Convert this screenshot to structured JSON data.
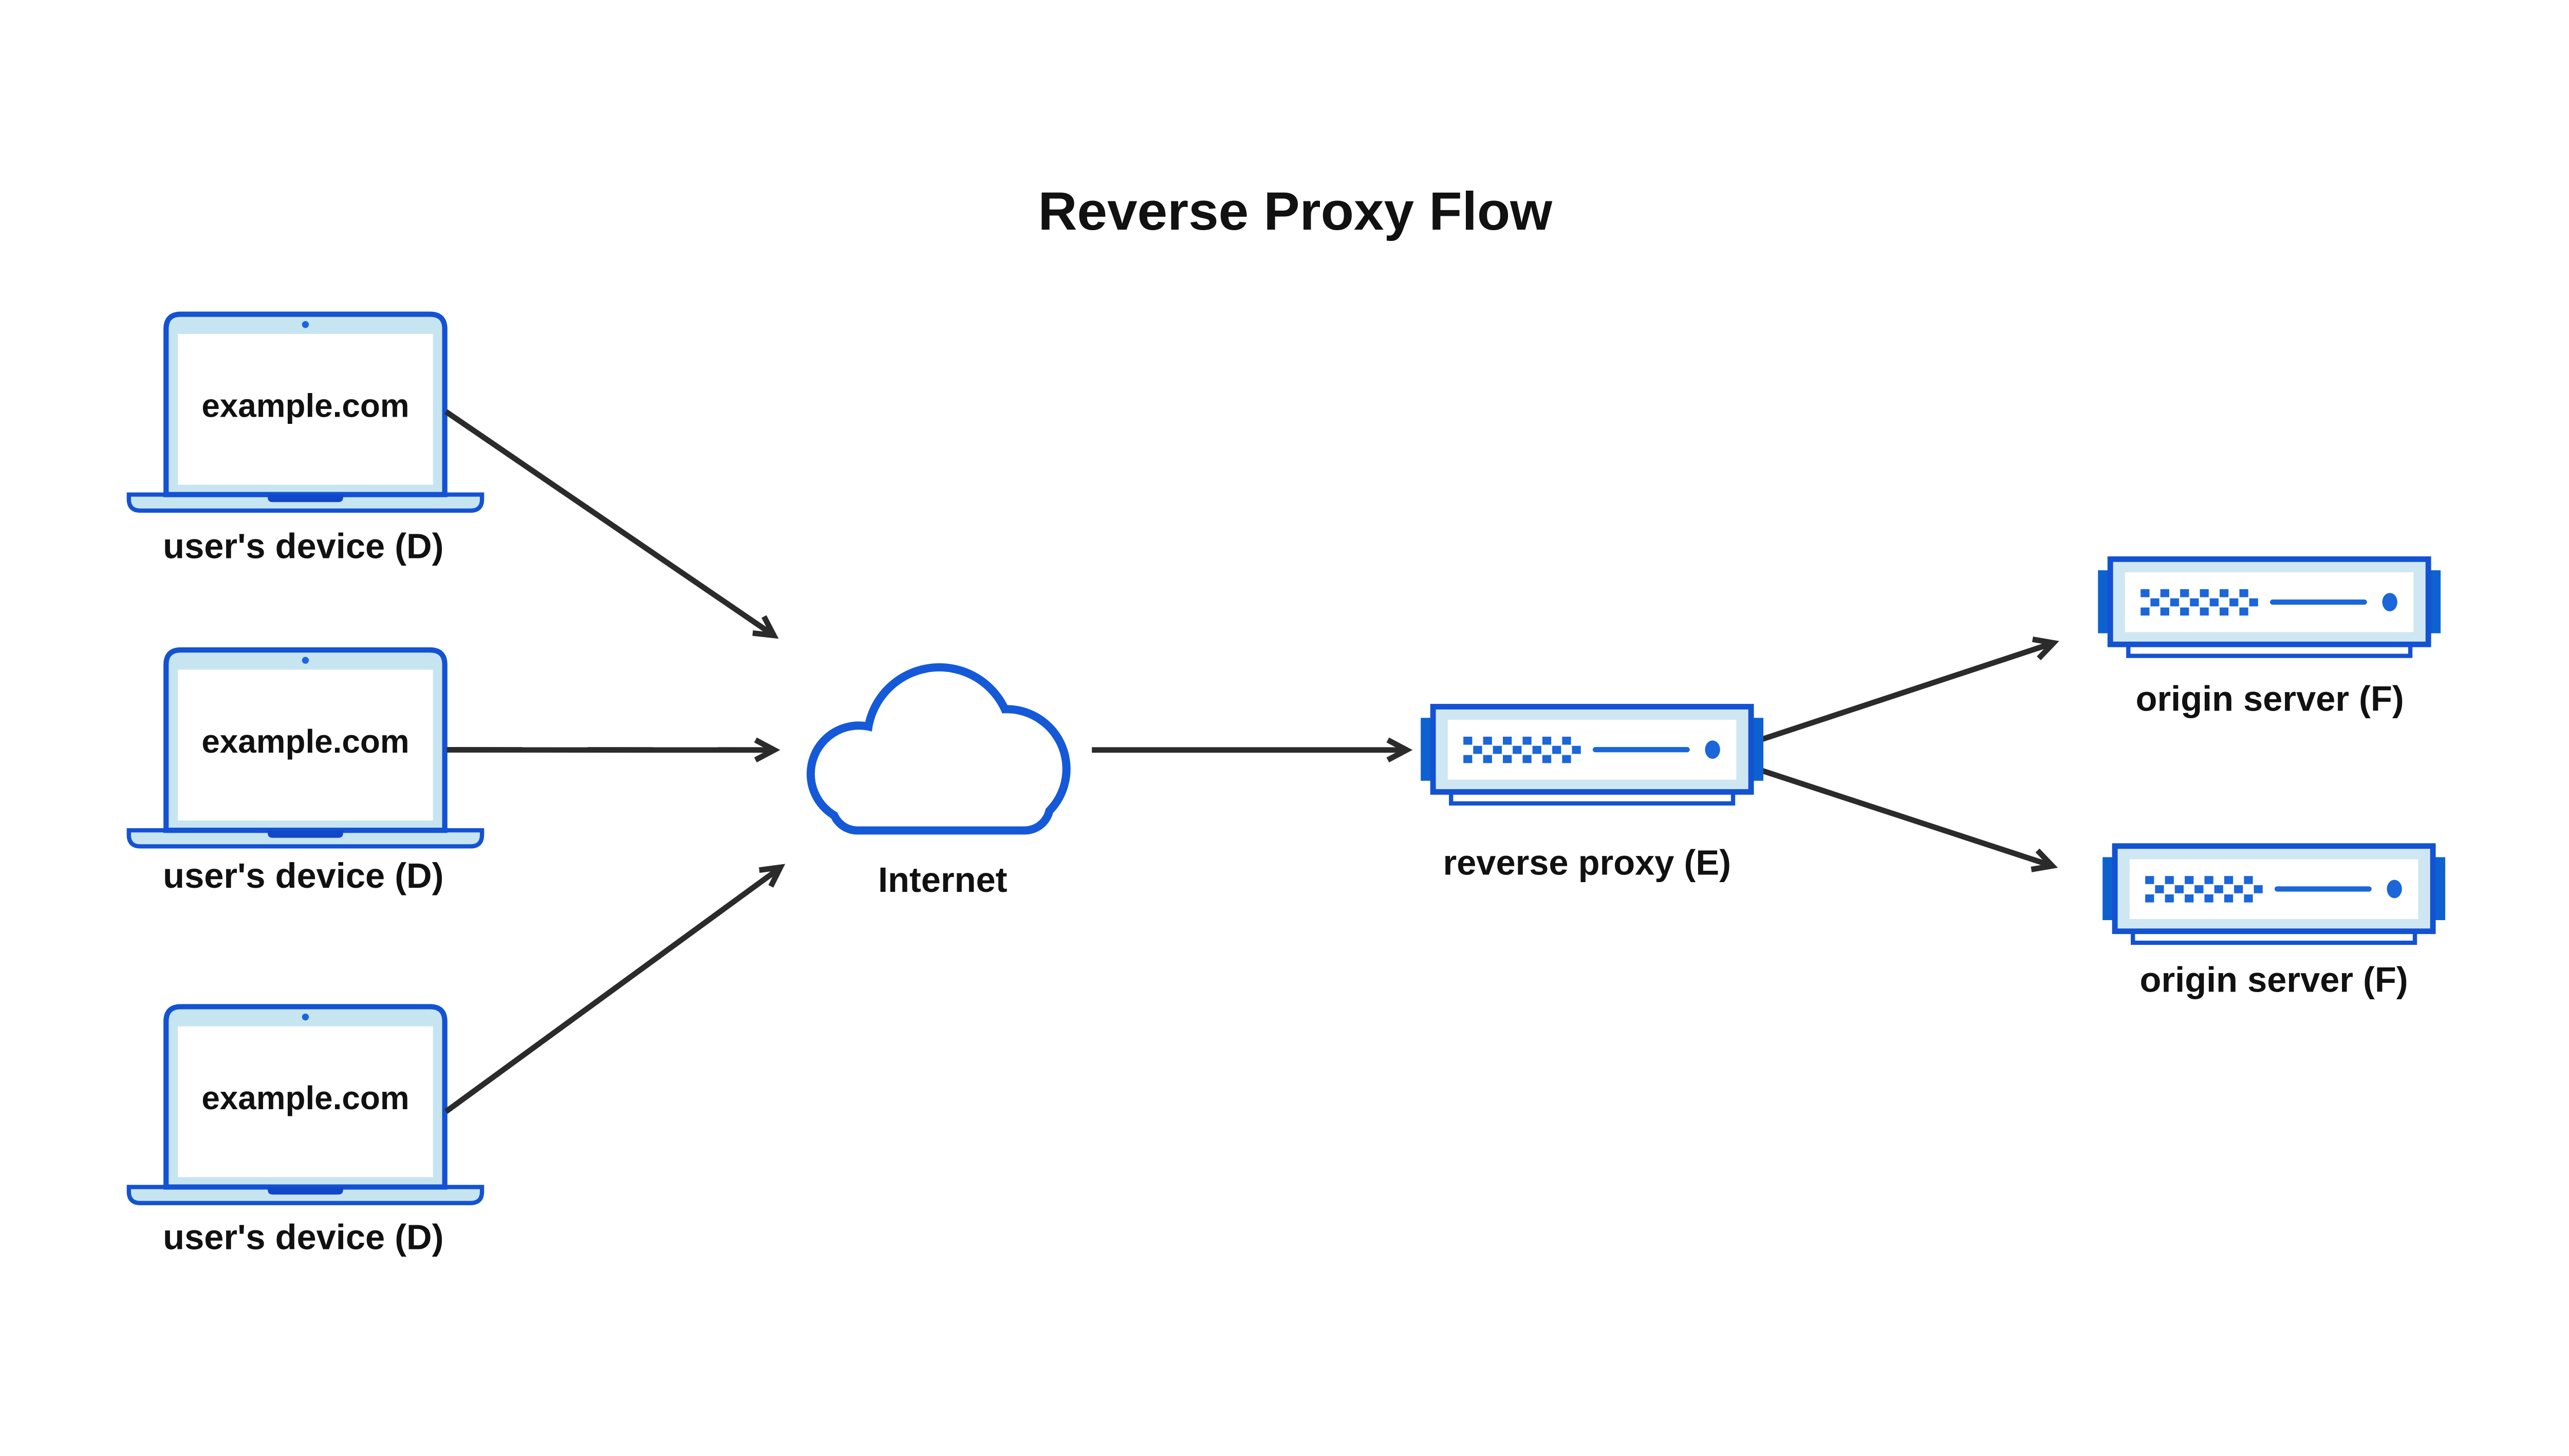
{
  "title": "Reverse Proxy Flow",
  "colors": {
    "stroke_blue": "#1352d2",
    "cloud_blue": "#1459d8",
    "solid_blue": "#0d62cf",
    "accent_blue": "#1b66d9",
    "notch_blue": "#1247c9",
    "light_blue": "#c7e4f1",
    "server_light": "#cfe7f2",
    "arrow_dark": "#2b2b2b",
    "text_dark": "#111111",
    "bg": "#ffffff"
  },
  "nodes": {
    "devices": [
      {
        "screen_text": "example.com",
        "label": "user's device (D)"
      },
      {
        "screen_text": "example.com",
        "label": "user's device (D)"
      },
      {
        "screen_text": "example.com",
        "label": "user's device (D)"
      }
    ],
    "internet": {
      "label": "Internet"
    },
    "reverse_proxy": {
      "label": "reverse proxy (E)"
    },
    "origin_servers": [
      {
        "label": "origin server (F)"
      },
      {
        "label": "origin server (F)"
      }
    ]
  },
  "icons": {
    "device": "laptop-icon",
    "internet": "cloud-icon",
    "server": "rack-server-icon"
  },
  "connections": [
    {
      "from": "user's device (D) #1",
      "to": "Internet"
    },
    {
      "from": "user's device (D) #2",
      "to": "Internet"
    },
    {
      "from": "user's device (D) #3",
      "to": "Internet"
    },
    {
      "from": "Internet",
      "to": "reverse proxy (E)"
    },
    {
      "from": "reverse proxy (E)",
      "to": "origin server (F) #1"
    },
    {
      "from": "reverse proxy (E)",
      "to": "origin server (F) #2"
    }
  ]
}
